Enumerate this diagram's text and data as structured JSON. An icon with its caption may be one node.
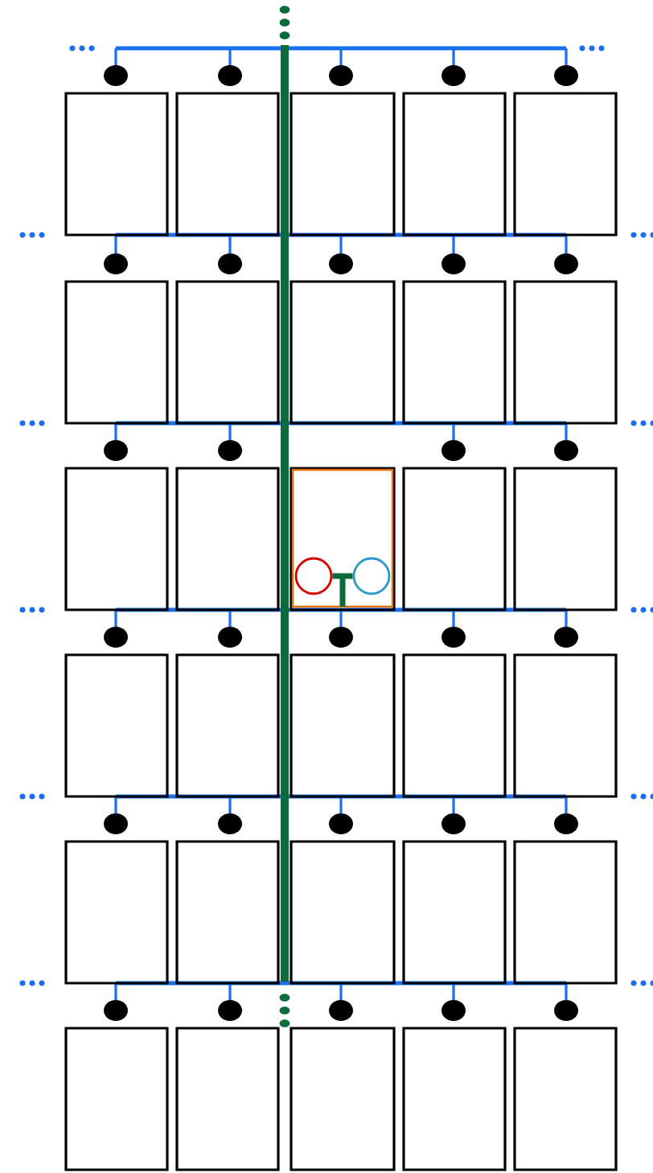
{
  "diagram": {
    "nodes": [
      {
        "text": [],
        "shape": "box"
      },
      {
        "text": [],
        "shape": "box"
      },
      {
        "text": [],
        "shape": "box"
      },
      {
        "text": [],
        "shape": "box"
      },
      {
        "text": [],
        "shape": "box"
      },
      {
        "text": [],
        "shape": "box"
      },
      {
        "text": [],
        "shape": "box"
      },
      {
        "text": [],
        "shape": "box"
      },
      {
        "text": [],
        "shape": "box"
      },
      {
        "text": [],
        "shape": "box"
      },
      {
        "text": [],
        "shape": "box"
      },
      {
        "text": [],
        "shape": "box"
      },
      {
        "text": [],
        "shape": "box"
      },
      {
        "text": [],
        "shape": "box"
      },
      {
        "text": [],
        "shape": "box"
      },
      {
        "text": [],
        "shape": "box"
      },
      {
        "text": [],
        "shape": "box"
      },
      {
        "text": [],
        "shape": "box"
      },
      {
        "text": [],
        "shape": "box"
      },
      {
        "text": [],
        "shape": "box"
      },
      {
        "text": [],
        "shape": "box"
      },
      {
        "text": [],
        "shape": "box"
      },
      {
        "text": [],
        "shape": "box"
      },
      {
        "text": [],
        "shape": "box"
      },
      {
        "text": [],
        "shape": "box"
      },
      {
        "text": [],
        "shape": "box"
      },
      {
        "text": [],
        "shape": "box"
      },
      {
        "text": [],
        "shape": "box"
      },
      {
        "text": [],
        "shape": "box"
      },
      {
        "text": [],
        "shape": "box"
      },
      {
        "text": [],
        "shape": "box",
        "in": 12
      },
      {
        "text": [],
        "shape": "circle",
        "in": 30
      },
      {
        "text": [],
        "shape": "circle",
        "in": 30
      }
    ],
    "edges": [
      {
        "from": 31,
        "to": 32,
        "arrow": "none"
      }
    ]
  }
}
